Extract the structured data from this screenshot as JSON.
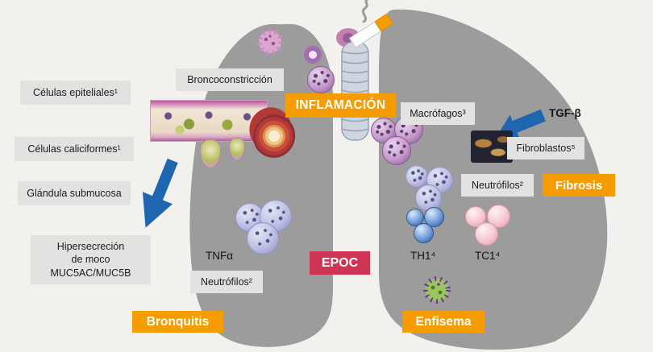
{
  "colors": {
    "background": "#F2F1EE",
    "lung_gray": "#9C9C9C",
    "accent_orange": "#F59D00",
    "accent_red": "#CE3453",
    "arrow_blue": "#1F66B0",
    "label_gray_bg": "#E2E2E0",
    "label_text": "#1B1B1B"
  },
  "labels": {
    "broncoconstriccion": "Broncoconstricción",
    "celulas_epiteliales": "Células epiteliales¹",
    "celulas_caliciformes": "Células caliciformes¹",
    "glandula_submucosa": "Glándula submucosa",
    "hipersecrecion": "Hipersecreción\nde moco\nMUC5AC/MUC5B",
    "inflamacion": "INFLAMACIÓN",
    "macrofagos": "Macrófagos³",
    "tgf_beta": "TGF-β",
    "fibroblastos": "Fibroblastos⁵",
    "neutrofilos_fibrosis": "Neutrófilos²",
    "fibrosis": "Fibrosis",
    "tnf_alfa": "TNFα",
    "neutrofilos_bronquitis": "Neutrófilos²",
    "epoc": "EPOC",
    "th1": "TH1⁴",
    "tc1": "TC1⁴",
    "bronquitis": "Bronquitis",
    "enfisema": "Enfisema"
  },
  "icons": {
    "cigarette-icon": "tilted cigarette, white body with orange filter",
    "smoke-icon": "gray smoke squiggle",
    "lungs-illustration": "two gray lung silhouettes",
    "trachea-illustration": "ringed trachea tube with larynx",
    "arrow-down-left-icon": "blue block arrow pointing down-left",
    "tgf-arrow-icon": "blue block arrow pointing left toward fibroblasts",
    "macrophage-cells-icon": "speckled purple round cells",
    "neutrophil-cells-icon": "speckled light violet round cells",
    "th1-cells-icon": "glossy blue spheres",
    "tc1-cells-icon": "glossy pink spheres",
    "virus-icon": "green core with purple spikes",
    "spiky-cell-icon": "pink spiked cell",
    "epithelium-histology-image": "microscopy strip of airway epithelium",
    "bronchiole-cross-section-image": "red ringed airway tube",
    "fibroblasts-image": "dark micrograph with brown fibroblasts"
  }
}
